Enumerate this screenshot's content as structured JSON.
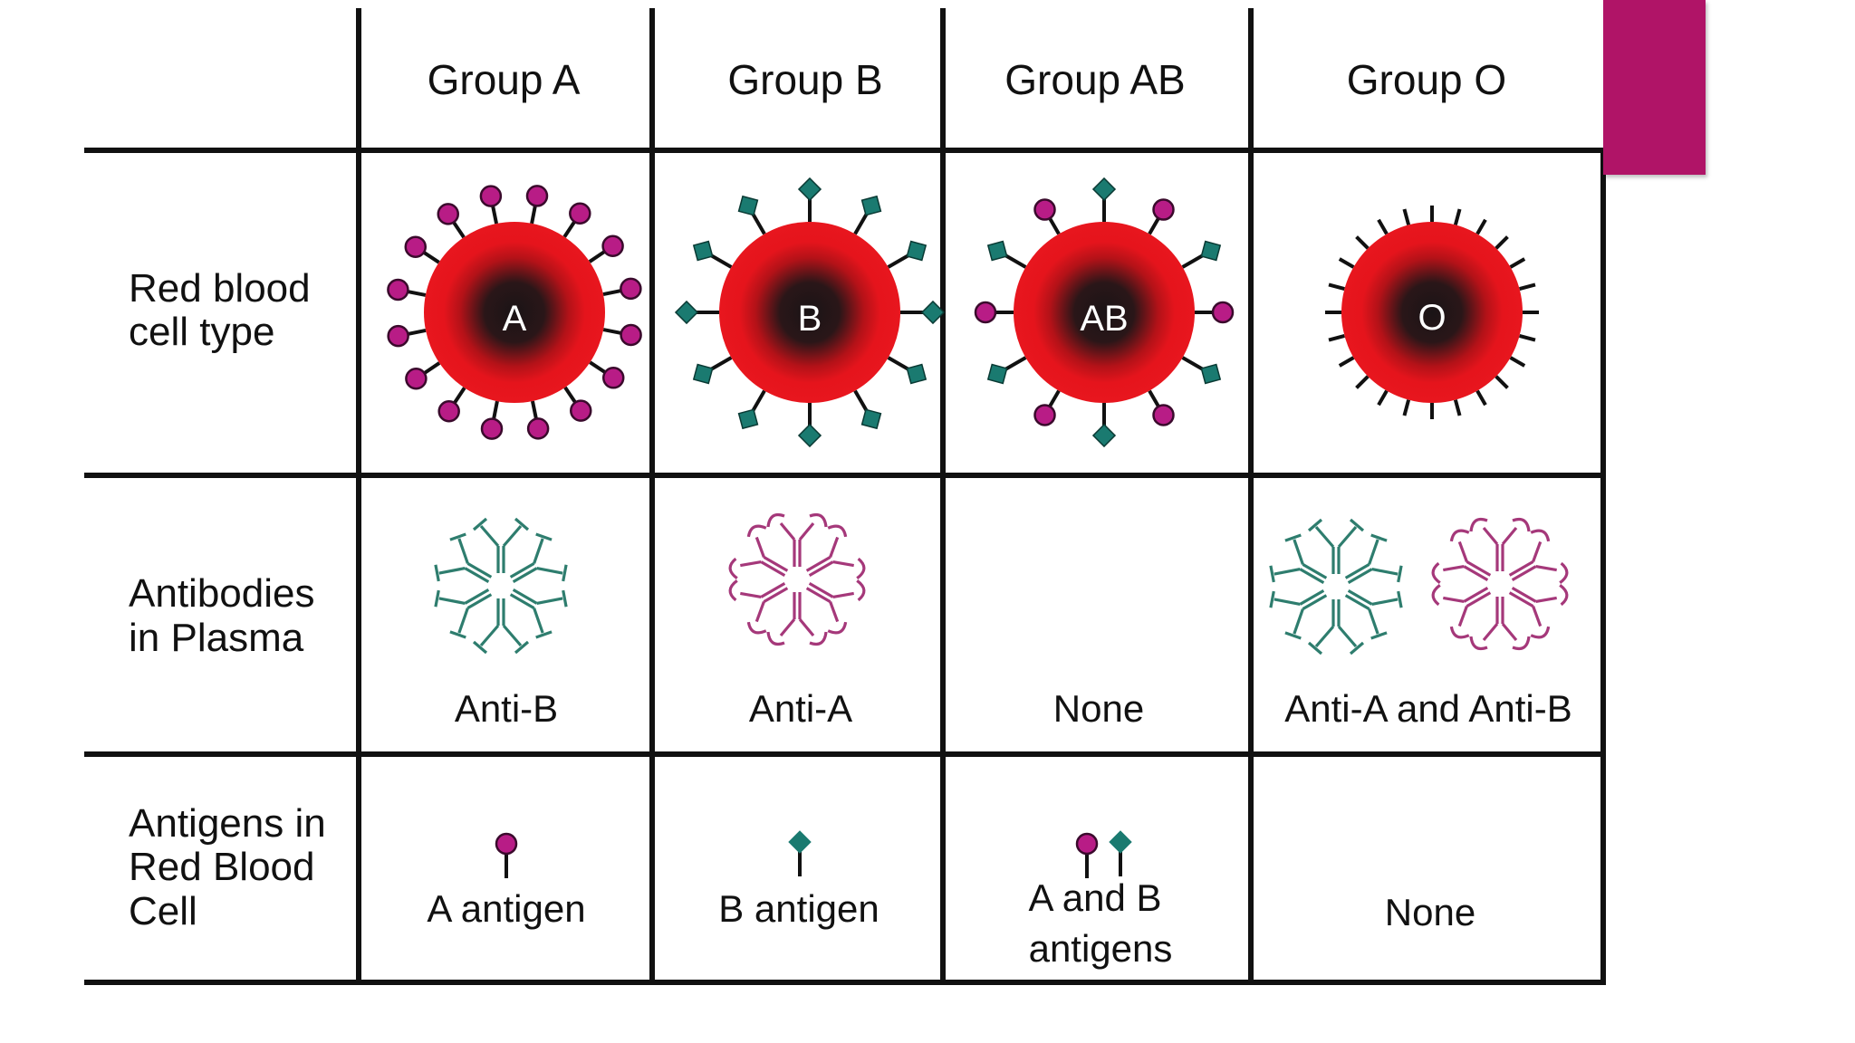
{
  "header": {
    "groups": [
      "Group A",
      "Group B",
      "Group AB",
      "Group O"
    ]
  },
  "rows": {
    "rbc_type": {
      "label_line1": "Red blood",
      "label_line2": "cell type"
    },
    "antibodies": {
      "label_line1": "Antibodies",
      "label_line2": "in Plasma"
    },
    "antigens": {
      "label_line1": "Antigens in",
      "label_line2": "Red Blood",
      "label_line3": "Cell"
    }
  },
  "cells": {
    "rbc_letters": [
      "A",
      "B",
      "AB",
      "O"
    ],
    "antibody_captions": [
      "Anti-B",
      "Anti-A",
      "None",
      "Anti-A and Anti-B"
    ],
    "antigen_captions": {
      "a": "A antigen",
      "b": "B antigen",
      "ab_line1": "A and B",
      "ab_line2": "antigens",
      "o": "None"
    }
  },
  "colors": {
    "a_antigen": "#b81c86",
    "b_antigen": "#1a7a70",
    "anti_b_antibody": "#2e7d6e",
    "anti_a_antibody": "#a5387a",
    "rbc_outer": "#e5141c",
    "rbc_core": "#231416",
    "accent": "#b01467"
  },
  "icons": {
    "a_antigen": "lollipop-circle-antigen-icon",
    "b_antigen": "lollipop-diamond-antigen-icon",
    "o_spike": "spike-icon",
    "antibody": "y-shaped-antibody-icon"
  }
}
